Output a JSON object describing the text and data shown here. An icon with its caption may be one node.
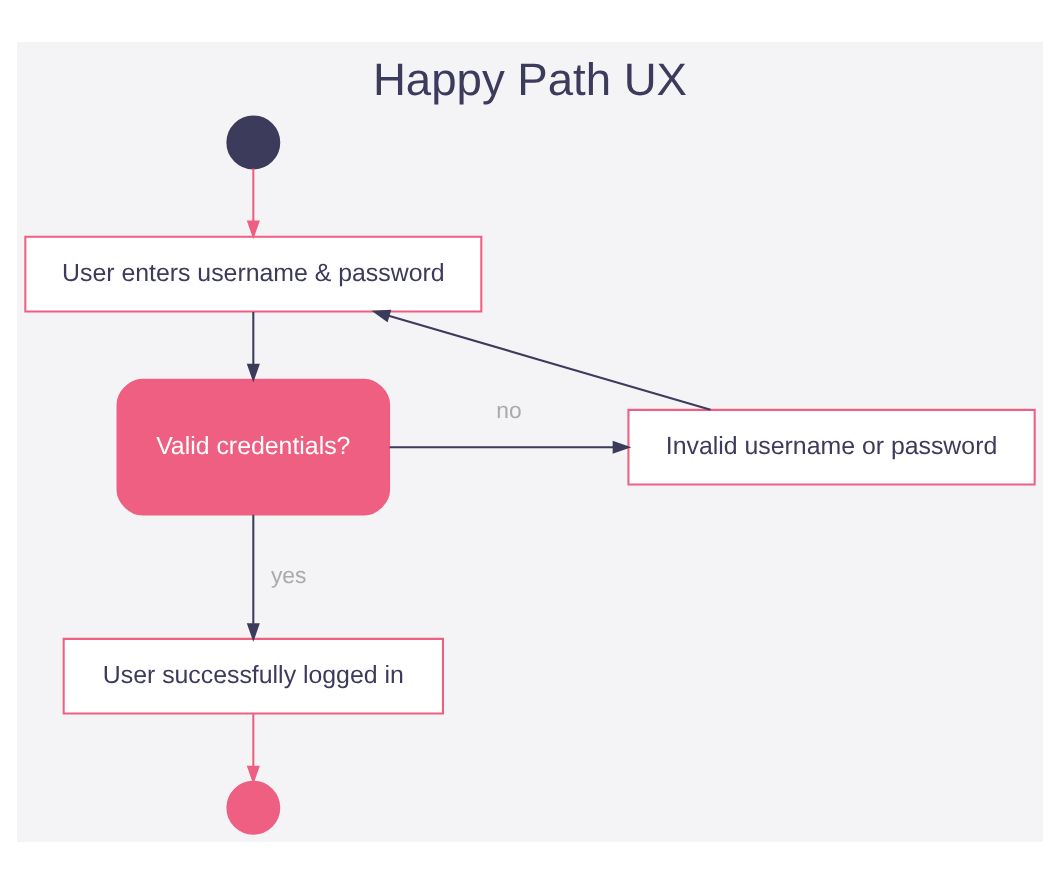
{
  "diagram": {
    "title": "Happy Path UX",
    "nodes": [
      {
        "text": [],
        "shape": "circle"
      },
      {
        "text": [
          "User enters username & password"
        ]
      },
      {
        "text": [
          "Valid credentials?"
        ]
      },
      {
        "text": [
          "Invalid username or password"
        ]
      },
      {
        "text": [
          "User successfully logged in"
        ]
      },
      {
        "text": [],
        "shape": "circle"
      }
    ],
    "edges": [
      {
        "from": 0,
        "to": 1,
        "arrow": "to",
        "color": "#ee5f82"
      },
      {
        "from": 1,
        "to": 2,
        "arrow": "to"
      },
      {
        "from": 2,
        "to": 3,
        "arrow": "to",
        "label": "no"
      },
      {
        "from": 3,
        "to": 1,
        "arrow": "to"
      },
      {
        "from": 2,
        "to": 4,
        "arrow": "to",
        "label": "yes"
      },
      {
        "from": 4,
        "to": 5,
        "arrow": "to",
        "color": "#ee5f82"
      }
    ]
  }
}
